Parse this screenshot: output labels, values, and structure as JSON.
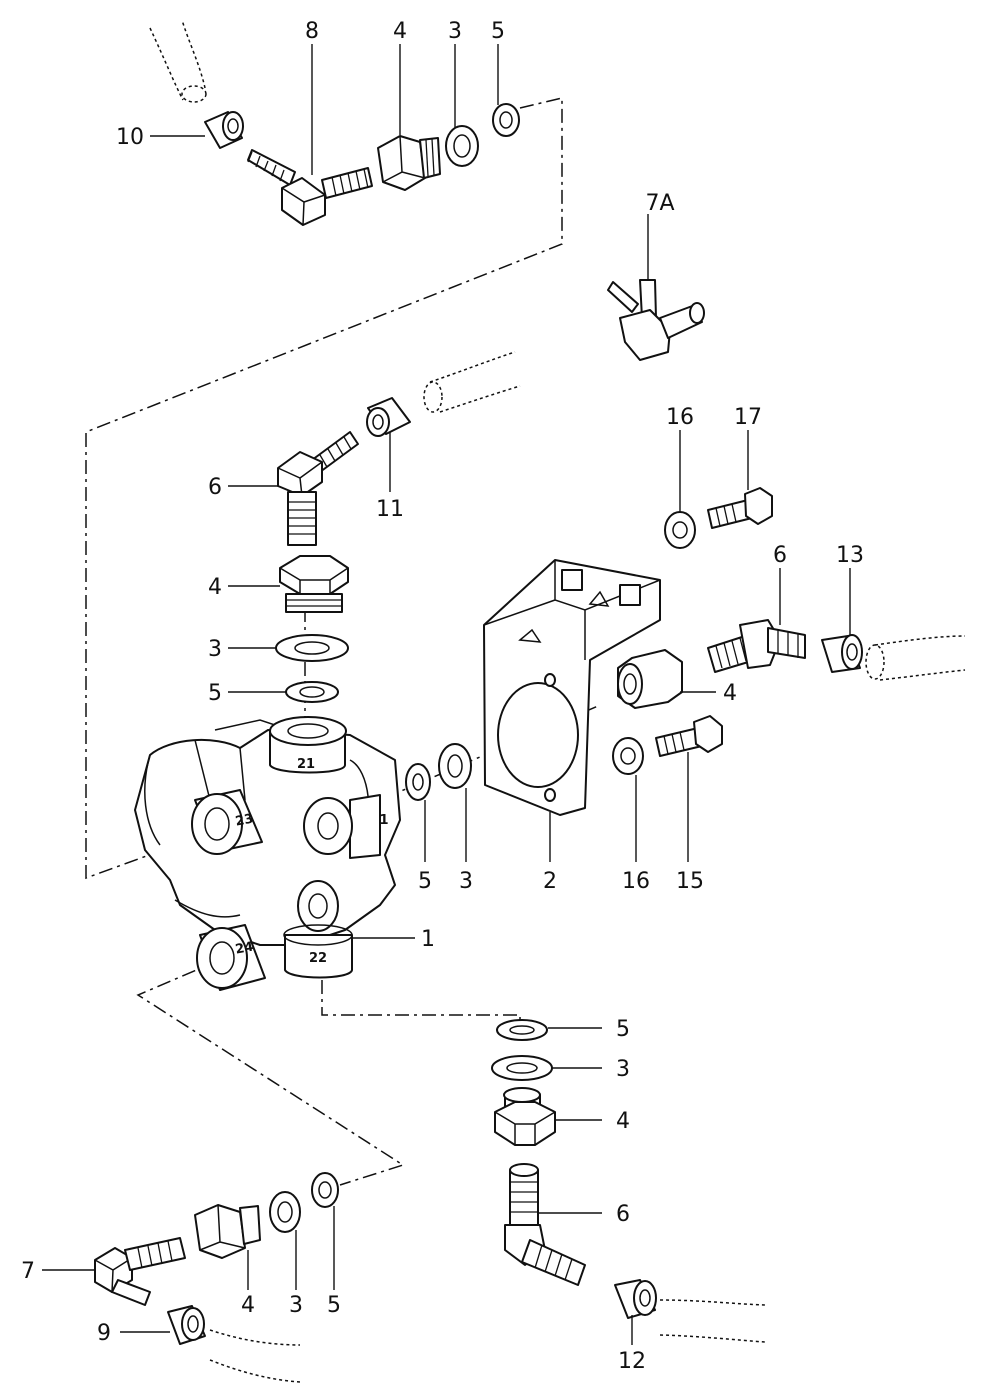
{
  "diagram": {
    "callouts": [
      {
        "id": "c8",
        "text": "8"
      },
      {
        "id": "c4a",
        "text": "4"
      },
      {
        "id": "c3a",
        "text": "3"
      },
      {
        "id": "c5a",
        "text": "5"
      },
      {
        "id": "c10",
        "text": "10"
      },
      {
        "id": "c7A",
        "text": "7A"
      },
      {
        "id": "c16a",
        "text": "16"
      },
      {
        "id": "c17",
        "text": "17"
      },
      {
        "id": "c6a",
        "text": "6"
      },
      {
        "id": "c11",
        "text": "11"
      },
      {
        "id": "c4b",
        "text": "4"
      },
      {
        "id": "c3b",
        "text": "3"
      },
      {
        "id": "c5b",
        "text": "5"
      },
      {
        "id": "c6b",
        "text": "6"
      },
      {
        "id": "c13",
        "text": "13"
      },
      {
        "id": "c4c",
        "text": "4"
      },
      {
        "id": "c5c",
        "text": "5"
      },
      {
        "id": "c3c",
        "text": "3"
      },
      {
        "id": "c2",
        "text": "2"
      },
      {
        "id": "c16b",
        "text": "16"
      },
      {
        "id": "c15",
        "text": "15"
      },
      {
        "id": "c1",
        "text": "1"
      },
      {
        "id": "c5d",
        "text": "5"
      },
      {
        "id": "c3d",
        "text": "3"
      },
      {
        "id": "c4d",
        "text": "4"
      },
      {
        "id": "c6c",
        "text": "6"
      },
      {
        "id": "c7",
        "text": "7"
      },
      {
        "id": "c4e",
        "text": "4"
      },
      {
        "id": "c3e",
        "text": "3"
      },
      {
        "id": "c5e",
        "text": "5"
      },
      {
        "id": "c9",
        "text": "9"
      },
      {
        "id": "c12",
        "text": "12"
      }
    ],
    "port_markings": [
      {
        "id": "p21",
        "text": "21"
      },
      {
        "id": "p23",
        "text": "23"
      },
      {
        "id": "p1",
        "text": "1"
      },
      {
        "id": "p24",
        "text": "24"
      },
      {
        "id": "p22",
        "text": "22"
      }
    ]
  }
}
